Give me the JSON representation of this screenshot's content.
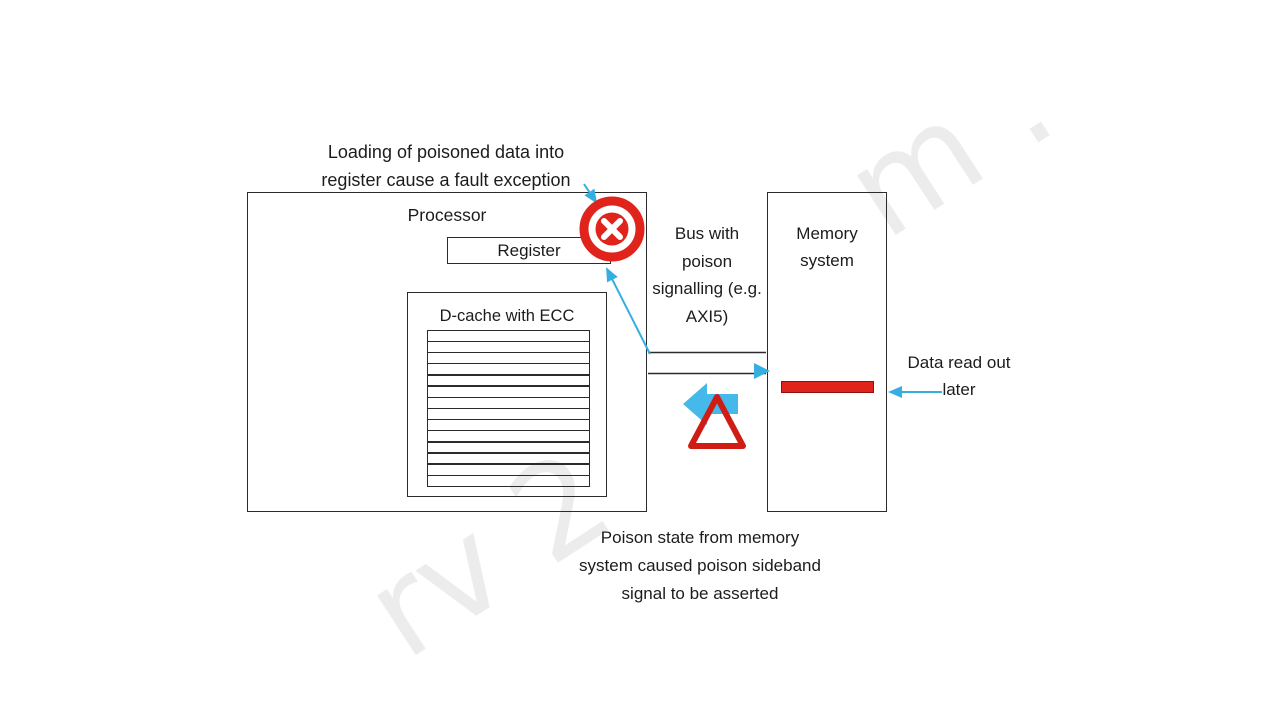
{
  "labels": {
    "fault_annotation": "Loading of poisoned data into register cause a fault exception",
    "processor": "Processor",
    "register": "Register",
    "dcache": "D-cache with ECC",
    "bus": "Bus with poison signalling (e.g. AXI5)",
    "memory": "Memory system",
    "data_read": "Data read out later",
    "poison_annotation": "Poison state from memory system caused poison sideband signal to be asserted"
  },
  "cache": {
    "line_count": 13
  },
  "colors": {
    "accent_cyan": "#35AEE2",
    "error_red": "#E0241B",
    "triangle_red": "#CF1D15",
    "arrow_blue": "#45B9E9",
    "outline": "#2B2B2B"
  },
  "watermark": {
    "top_right": "m .",
    "bottom_left": "rv 2"
  }
}
